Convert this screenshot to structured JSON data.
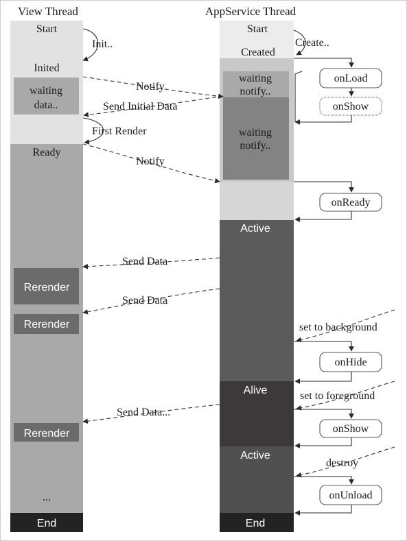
{
  "view_thread": {
    "title": "View Thread",
    "states": {
      "start": "Start",
      "inited": "Inited",
      "waiting_data_1": "waiting",
      "waiting_data_2": "data..",
      "ready": "Ready",
      "rerender": "Rerender",
      "ellipsis": "...",
      "end": "End"
    }
  },
  "appservice_thread": {
    "title": "AppService Thread",
    "states": {
      "start": "Start",
      "created": "Created",
      "waiting_notify_1": "waiting",
      "waiting_notify_2": "notify..",
      "active": "Active",
      "alive": "Alive",
      "end": "End"
    }
  },
  "lifecycle": {
    "on_load": "onLoad",
    "on_show": "onShow",
    "on_ready": "onReady",
    "on_hide": "onHide",
    "on_unload": "onUnload"
  },
  "messages": {
    "init": "Init..",
    "create": "Create..",
    "notify": "Notify",
    "send_initial_data": "Send Initial Data",
    "first_render": "First Render",
    "send_data": "Send Data",
    "send_data_more": "Send Data...",
    "set_to_background": "set to background",
    "set_to_foreground": "set to foreground",
    "destroy": "destroy"
  },
  "colors": {
    "light": "#e2e2e2",
    "lighter": "#ececec",
    "mid": "#a9a9a9",
    "dark": "#5b5b5b",
    "darker": "#484848",
    "darkest": "#3c393a",
    "black": "#232323",
    "rerender": "#6b6b6b"
  }
}
